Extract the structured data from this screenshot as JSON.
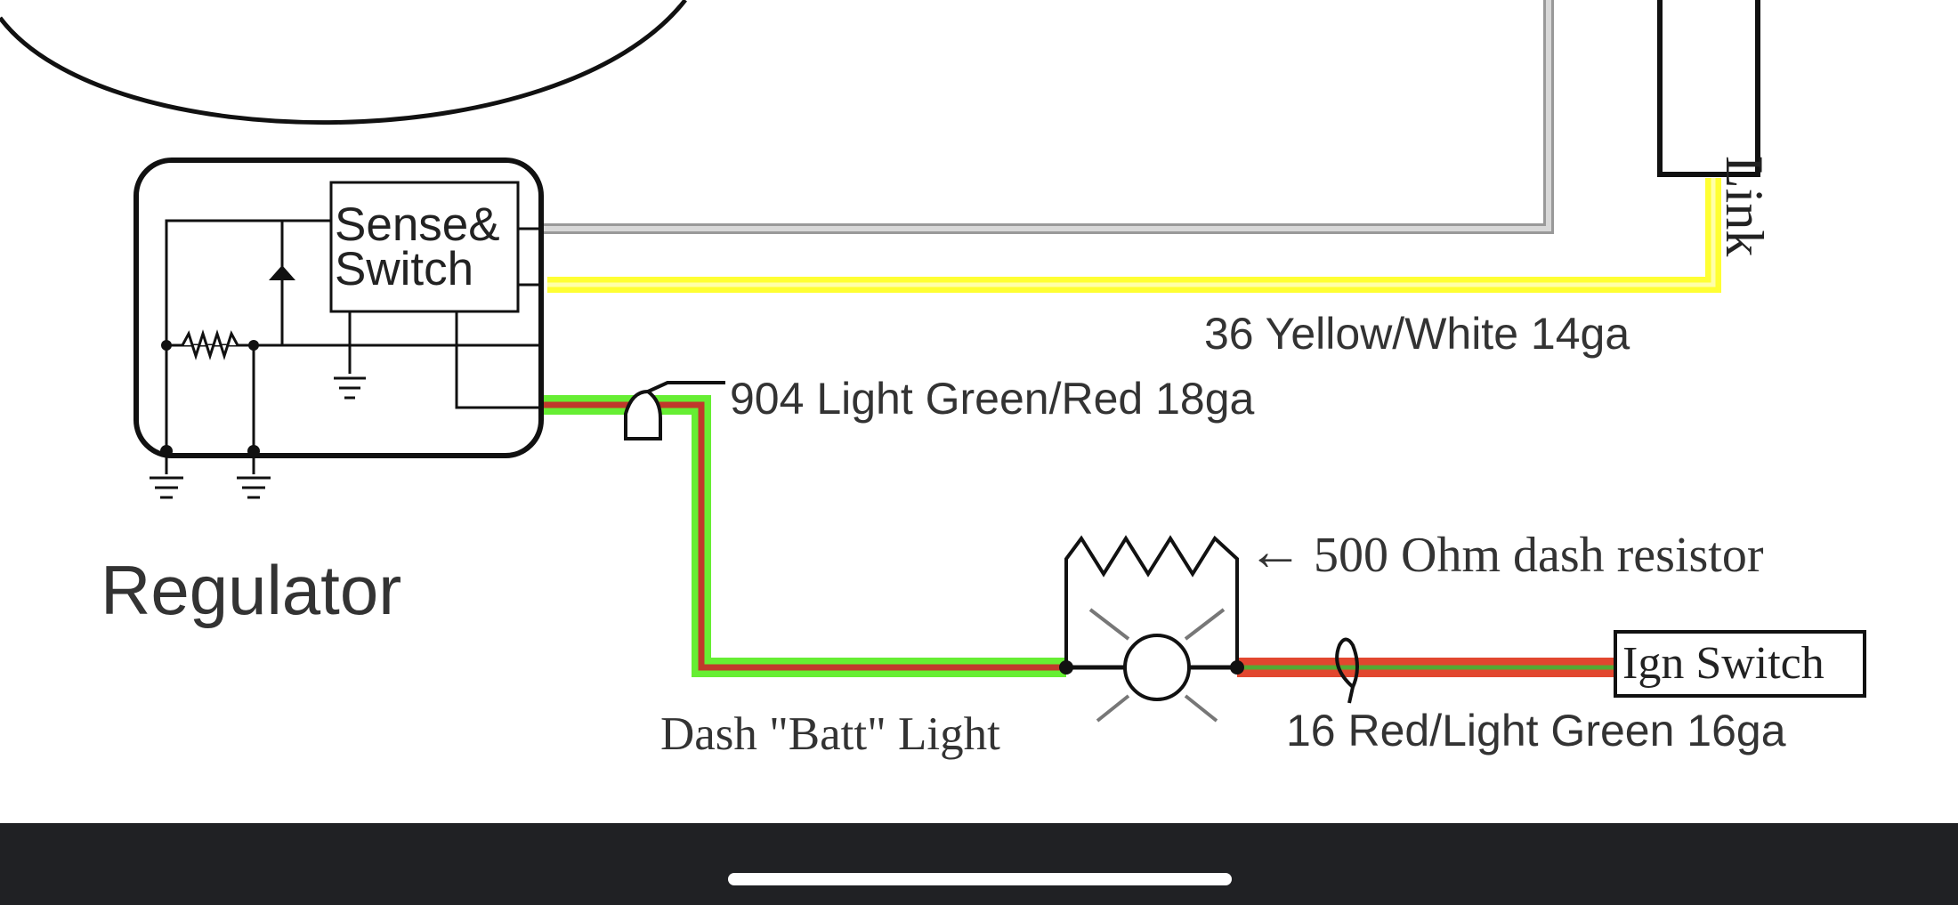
{
  "diagram": {
    "labels": {
      "regulator": "Regulator",
      "sense_switch_line1": "Sense&",
      "sense_switch_line2": "Switch",
      "fusible_link": "Link",
      "wire_36": "36 Yellow/White 14ga",
      "wire_904": "904 Light Green/Red 18ga",
      "resistor": "500 Ohm dash resistor",
      "resistor_arrow": "←",
      "dash_light": "Dash \"Batt\" Light",
      "ign_switch": "Ign Switch",
      "wire_16": "16 Red/Light Green 16ga"
    },
    "colors": {
      "wire_yellow": "#ffff33",
      "wire_green": "#66ee33",
      "wire_red": "#e2472f",
      "wire_gray": "#b0b0b0",
      "outline": "#111111",
      "text": "#333333"
    }
  },
  "system_bar": {
    "background": "#202124",
    "home_indicator": "#ffffff"
  }
}
